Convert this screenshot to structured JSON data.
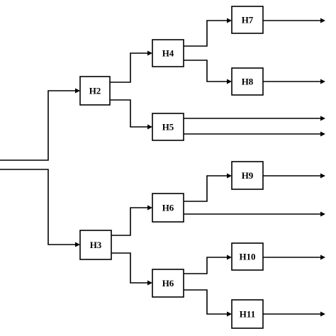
{
  "diagram": {
    "nodes": {
      "H2": "H2",
      "H3": "H3",
      "H4": "H4",
      "H5": "H5",
      "H6a": "H6",
      "H6b": "H6",
      "H7": "H7",
      "H8": "H8",
      "H9": "H9",
      "H10": "H10",
      "H11": "H11"
    },
    "edges": [
      [
        "input",
        "H2"
      ],
      [
        "input",
        "H3"
      ],
      [
        "H2",
        "H4"
      ],
      [
        "H2",
        "H5"
      ],
      [
        "H4",
        "H7"
      ],
      [
        "H4",
        "H8"
      ],
      [
        "H3",
        "H6a"
      ],
      [
        "H3",
        "H6b"
      ],
      [
        "H6a",
        "H9"
      ],
      [
        "H6b",
        "H10"
      ],
      [
        "H6b",
        "H11"
      ],
      [
        "H7",
        "output"
      ],
      [
        "H8",
        "output"
      ],
      [
        "H5",
        "output"
      ],
      [
        "H5",
        "output"
      ],
      [
        "H9",
        "output"
      ],
      [
        "H6a",
        "output"
      ],
      [
        "H10",
        "output"
      ],
      [
        "H11",
        "output"
      ]
    ]
  }
}
